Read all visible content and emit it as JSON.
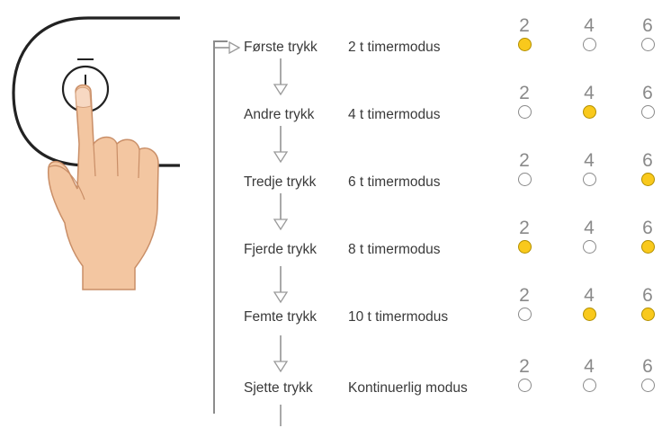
{
  "steps": [
    {
      "press": "Første trykk",
      "mode": "2 t timermodus",
      "leds": [
        true,
        false,
        false
      ]
    },
    {
      "press": "Andre trykk",
      "mode": "4 t timermodus",
      "leds": [
        false,
        true,
        false
      ]
    },
    {
      "press": "Tredje trykk",
      "mode": "6 t timermodus",
      "leds": [
        false,
        false,
        true
      ]
    },
    {
      "press": "Fjerde trykk",
      "mode": "8 t timermodus",
      "leds": [
        true,
        false,
        true
      ]
    },
    {
      "press": "Femte trykk",
      "mode": "10 t timermodus",
      "leds": [
        false,
        true,
        true
      ]
    },
    {
      "press": "Sjette trykk",
      "mode": "Kontinuerlig modus",
      "leds": [
        false,
        false,
        false
      ]
    }
  ],
  "indicator_labels": [
    "2",
    "4",
    "6"
  ],
  "colors": {
    "led_on": "#f9c91c",
    "led_off": "#ffffff",
    "outline": "#8a8a8a",
    "arrow": "#9a9a9a",
    "device_outline": "#222222",
    "skin": "#f3c6a1"
  },
  "icons": {
    "device": "power-button-icon",
    "hand": "pointing-hand-icon",
    "arrow": "down-arrow-icon"
  }
}
